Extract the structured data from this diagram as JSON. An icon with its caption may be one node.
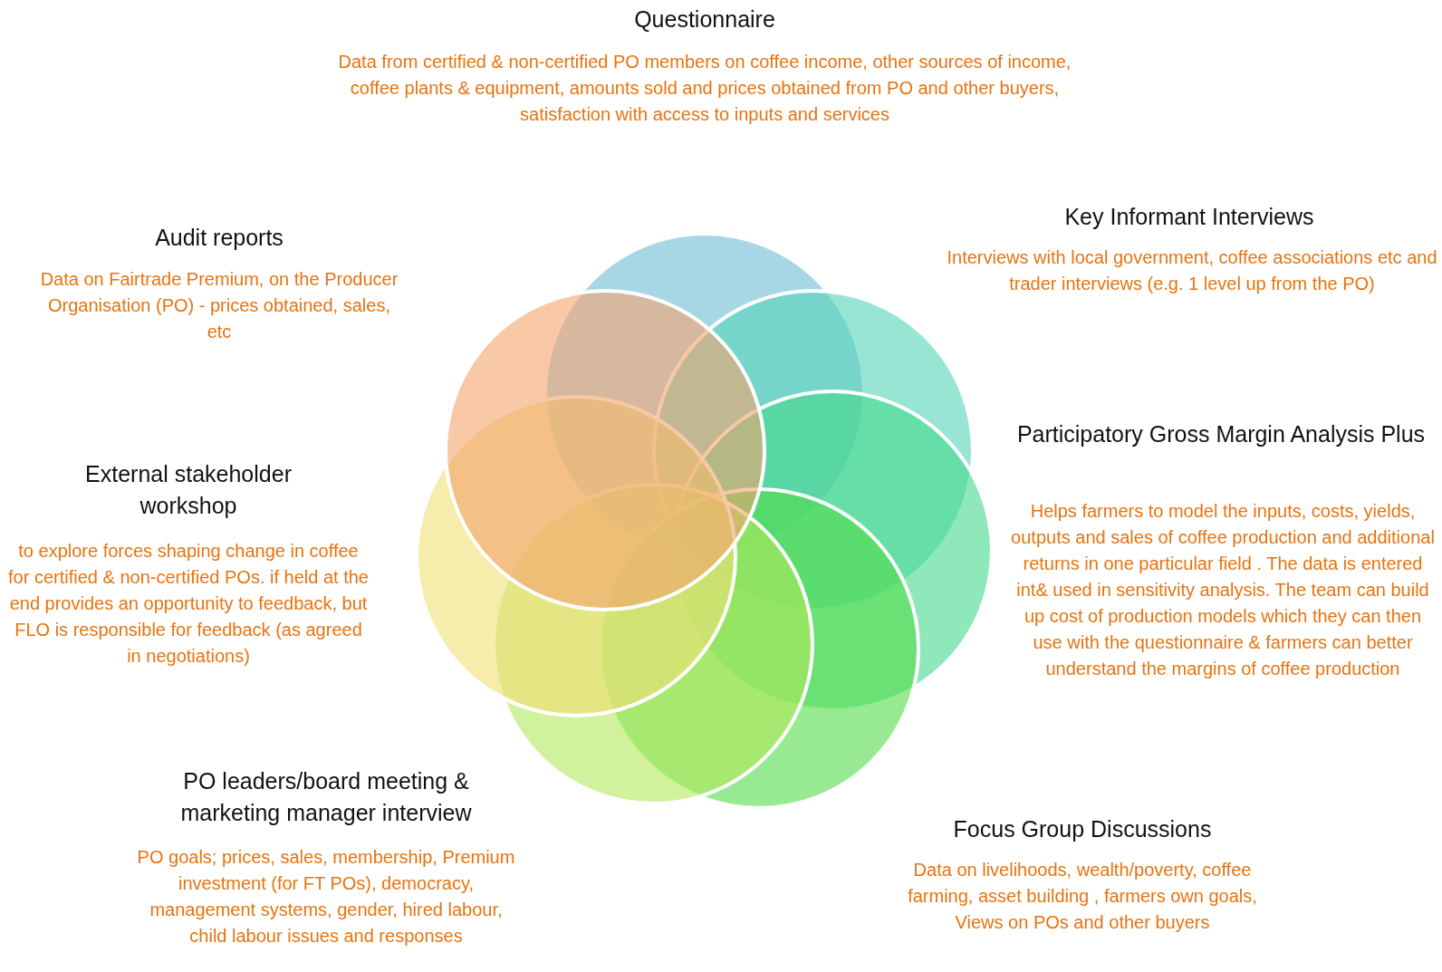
{
  "diagram": {
    "nodes": [
      {
        "text": [],
        "shape": "circle"
      },
      {
        "text": [],
        "shape": "circle"
      },
      {
        "text": [],
        "shape": "circle"
      },
      {
        "text": [],
        "shape": "circle"
      },
      {
        "text": [],
        "shape": "circle"
      },
      {
        "text": [],
        "shape": "circle"
      },
      {
        "text": [],
        "shape": "circle"
      }
    ],
    "labels": [
      "Questionnaire",
      "Data from certified & non-certified PO members on coffee income, other sources of income, coffee plants & equipment, amounts sold and prices obtained from PO and other buyers, satisfaction with access to inputs and services",
      "Key Informant Interviews",
      "Interviews with local government, coffee associations etc and trader interviews (e.g. 1 level up from the PO)",
      "Audit reports",
      "Data on Fairtrade Premium, on the Producer Organisation (PO) - prices obtained, sales, etc",
      "Participatory Gross Margin Analysis Plus",
      "Helps farmers to model the inputs, costs, yields, outputs and sales of coffee production and additional returns in one particular field . The data is entered int& used in sensitivity analysis. The  team can build up cost of production models which they can then use with the questionnaire & farmers can better understand the margins of coffee production",
      "External stakeholder workshop",
      "to explore forces shaping change in coffee for certified & non-certified POs. if held at the end provides an opportunity to feedback, but FLO is responsible for feedback (as agreed in negotiations)",
      "PO leaders/board meeting & marketing manager interview",
      "PO goals;  prices, sales, membership, Premium investment (for FT POs), democracy, management systems, gender, hired labour, child labour issues and responses",
      "Focus Group Discussions",
      "Data on livelihoods, wealth/poverty, coffee farming, asset building , farmers own goals, Views on POs and other buyers"
    ]
  }
}
